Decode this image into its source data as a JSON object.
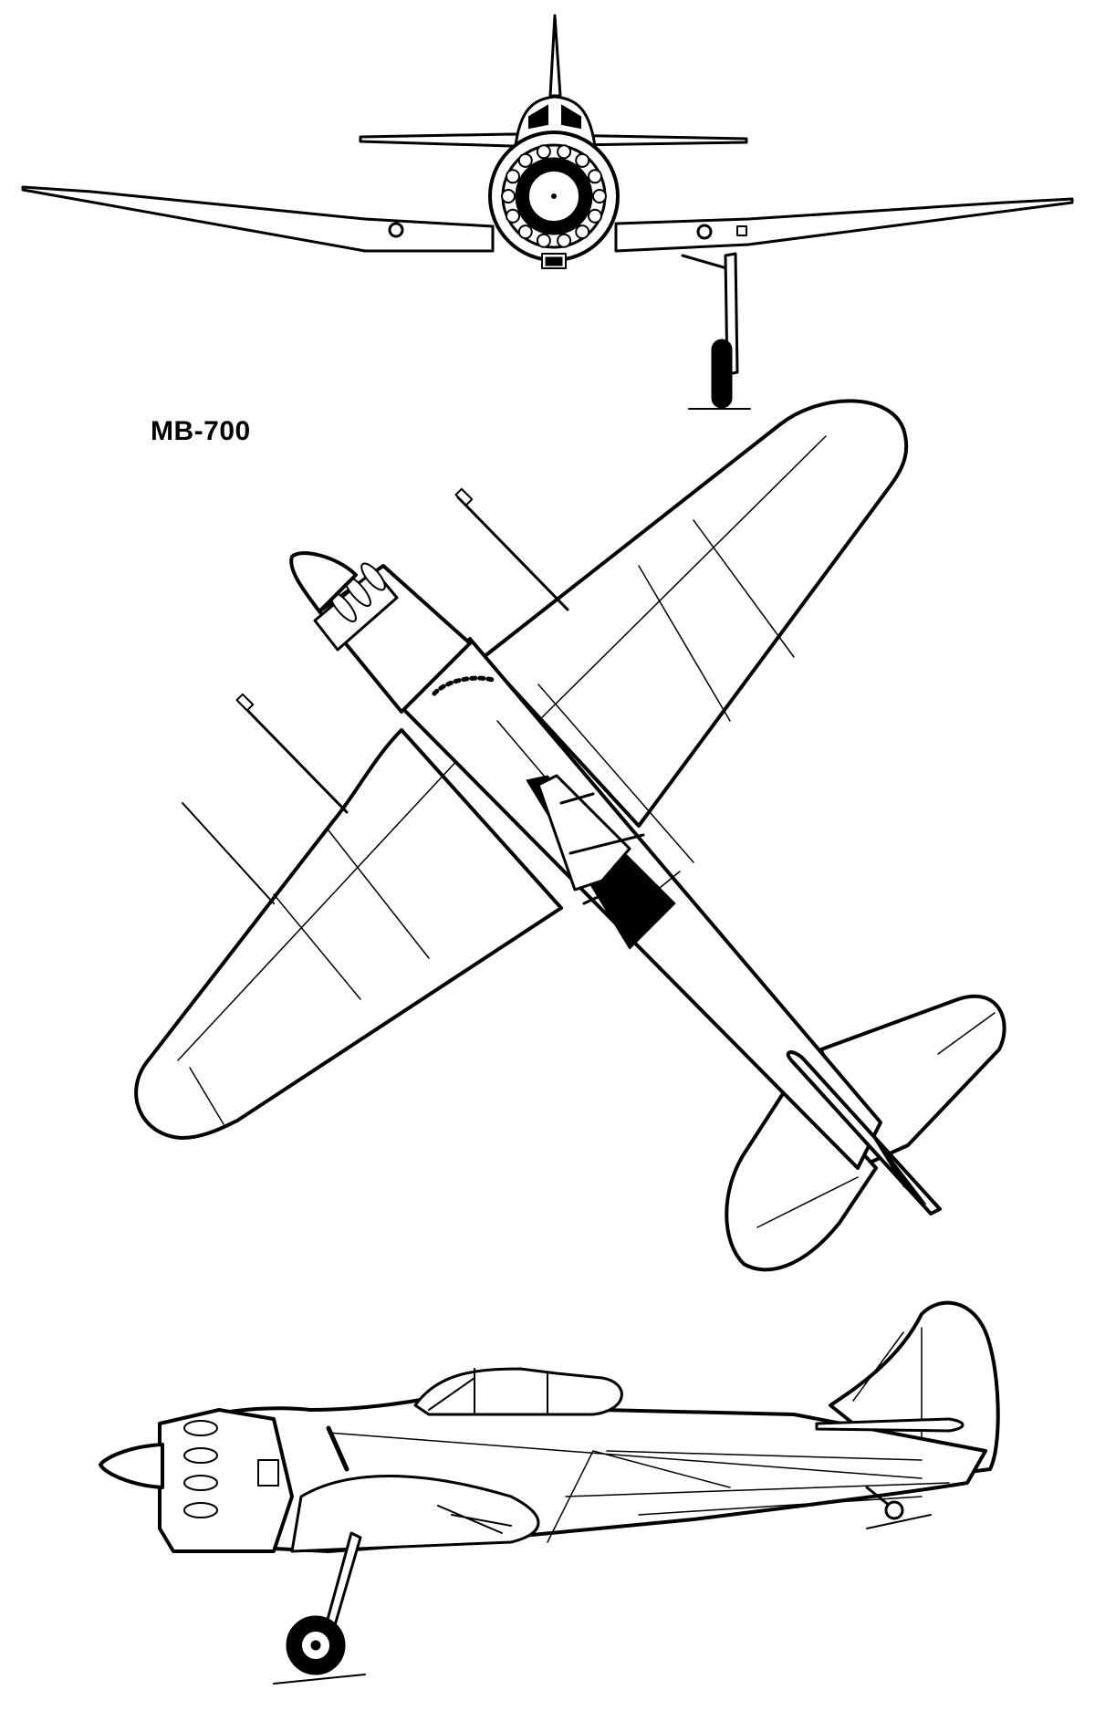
{
  "drawing": {
    "title": "MB-700",
    "ink_color": "#000000",
    "paper_color": "#ffffff",
    "views": [
      "front-view",
      "top-view",
      "side-view"
    ]
  }
}
